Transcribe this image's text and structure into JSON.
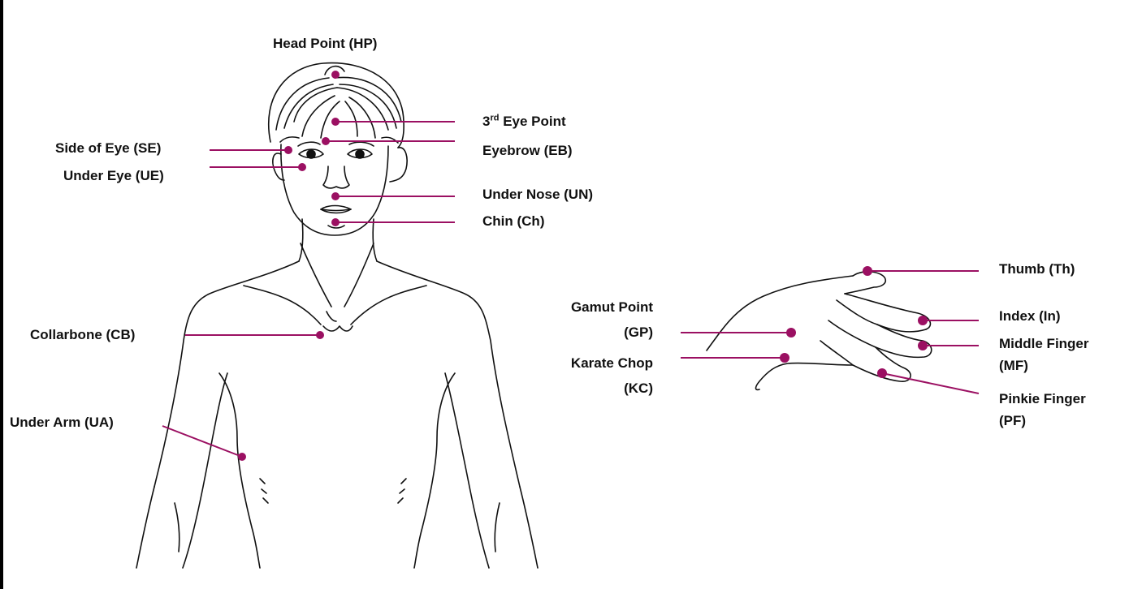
{
  "colors": {
    "marker": "#9b1062",
    "line_art": "#111111",
    "background": "#ffffff"
  },
  "labels": {
    "head_point": "Head Point (HP)",
    "third_eye_sup": "rd",
    "third_eye_pre": "3",
    "third_eye_post": " Eye Point",
    "eyebrow": "Eyebrow (EB)",
    "side_of_eye": "Side of Eye (SE)",
    "under_eye": "Under Eye (UE)",
    "under_nose": "Under Nose (UN)",
    "chin": "Chin (Ch)",
    "collarbone": "Collarbone (CB)",
    "under_arm": "Under Arm (UA)",
    "thumb": "Thumb (Th)",
    "index": "Index (In)",
    "middle_finger_1": "Middle Finger",
    "middle_finger_2": "(MF)",
    "pinkie_finger_1": "Pinkie Finger",
    "pinkie_finger_2": "(PF)",
    "gamut_1": "Gamut Point",
    "gamut_2": "(GP)",
    "karate_1": "Karate Chop",
    "karate_2": "(KC)"
  }
}
